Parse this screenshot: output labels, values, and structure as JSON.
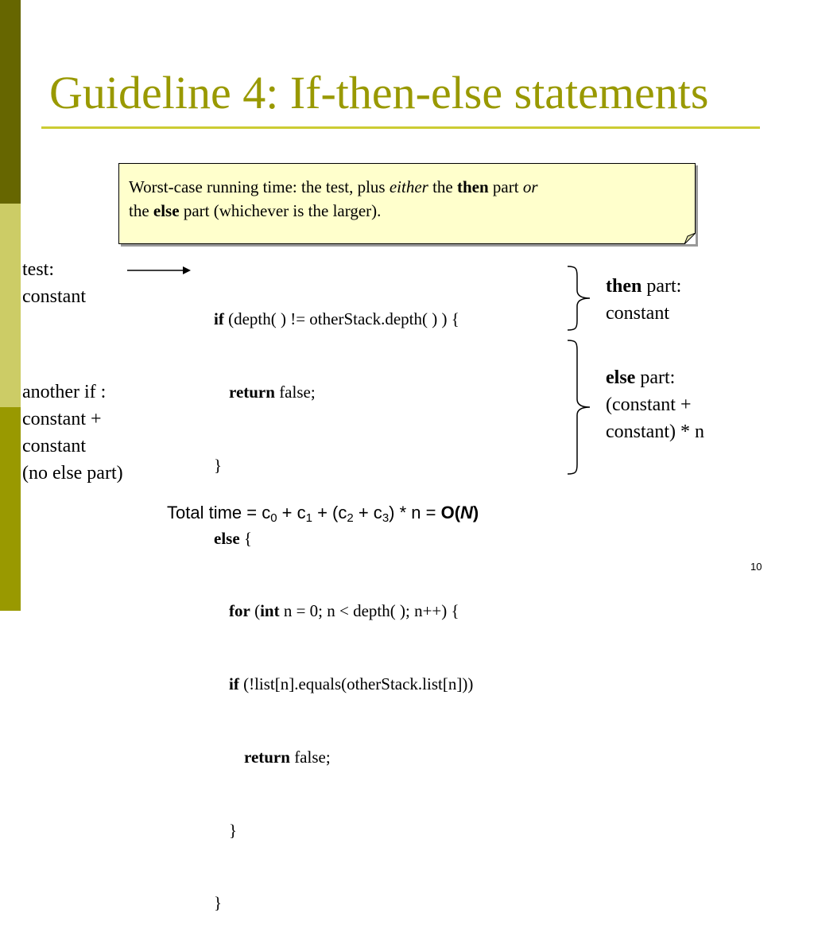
{
  "slide": {
    "title": "Guideline 4: If-then-else statements",
    "page_number": "10",
    "colors": {
      "accent": "#999900",
      "bar_dark": "#666600",
      "bar_light": "#cccc66",
      "note_bg": "#ffffcc"
    }
  },
  "note": {
    "p1": "Worst-case running time: the test, plus ",
    "either": "either",
    "p2": " the ",
    "then": "then",
    "p3": " part ",
    "or": "or",
    "p4": "the ",
    "else": "else",
    "p5": " part (whichever is the larger)."
  },
  "labels": {
    "test_l1": "test:",
    "test_l2": "constant",
    "another_l1": "another if :",
    "another_l2": "constant +",
    "another_l3": "constant",
    "another_l4": "(no else part)",
    "then_kw": "then",
    "then_rest": " part:",
    "then_l2": "constant",
    "else_kw": "else",
    "else_rest": " part:",
    "else_l2": "(constant +",
    "else_l3": "constant) * n"
  },
  "code": {
    "l1_kw": "if",
    "l1_rest": " (depth( ) != otherStack.depth( ) ) {",
    "l2_kw": "return",
    "l2_rest": " false;",
    "l3": "}",
    "l4_kw": "else",
    "l4_rest": " {",
    "l5_kw": "for",
    "l5_a": " (",
    "l5_kw2": "int",
    "l5_rest": " n = 0; n < depth( ); n++) {",
    "l6_kw": "if",
    "l6_rest": " (!list[n].equals(otherStack.list[n]))",
    "l7_kw": "return",
    "l7_rest": " false;",
    "l8": "}",
    "l9": "}"
  },
  "total": {
    "prefix": "Total time = c",
    "sub0": "0",
    "plus1": " + c",
    "sub1": "1",
    "plus2": " + (c",
    "sub2": "2",
    "plus3": " + c",
    "sub3": "3",
    "suffix": ") * n = ",
    "big_o": "O(",
    "n": "N",
    "close": ")"
  }
}
